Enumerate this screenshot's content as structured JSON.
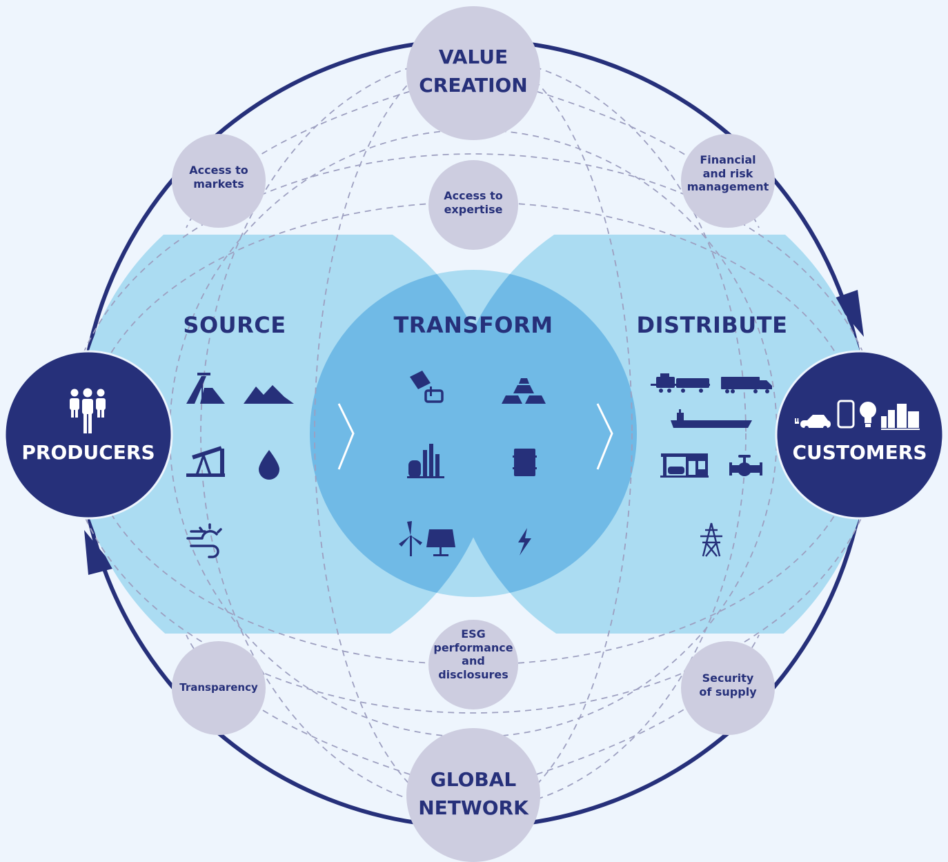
{
  "colors": {
    "background": "#eef5fd",
    "navy": "#26307a",
    "light_blue": "#abdcf2",
    "mid_blue": "#70bae6",
    "grey_circle": "#cdcde0",
    "dash": "#9d9fc0"
  },
  "hubs": {
    "top": [
      "VALUE",
      "CREATION"
    ],
    "bottom": [
      "GLOBAL",
      "NETWORK"
    ]
  },
  "nodes": {
    "producers": {
      "label": "PRODUCERS",
      "icon": "people-icon"
    },
    "customers": {
      "label": "CUSTOMERS",
      "icons": [
        "ev-car-icon",
        "phone-icon",
        "light-bulb-icon",
        "buildings-icon"
      ]
    }
  },
  "stages": {
    "source": {
      "title": "SOURCE",
      "icons": [
        "mine-icon",
        "mountain-ore-icon",
        "oil-pump-icon",
        "oil-drop-icon",
        "wind-sun-icon"
      ]
    },
    "transform": {
      "title": "TRANSFORM",
      "icons": [
        "pouring-ladle-icon",
        "gold-bars-icon",
        "refinery-icon",
        "barrel-icon",
        "wind-solar-icon",
        "lightning-icon"
      ]
    },
    "distribute": {
      "title": "DISTRIBUTE",
      "icons": [
        "train-icon",
        "truck-icon",
        "ship-icon",
        "gas-station-icon",
        "pipeline-valve-icon",
        "power-pylon-icon"
      ]
    }
  },
  "satellites": {
    "access_markets": [
      "Access to",
      "markets"
    ],
    "access_expertise": [
      "Access to",
      "expertise"
    ],
    "financial": [
      "Financial",
      "and risk",
      "management"
    ],
    "transparency": [
      "Transparency"
    ],
    "esg": [
      "ESG",
      "performance",
      "and",
      "disclosures"
    ],
    "security": [
      "Security",
      "of supply"
    ]
  }
}
